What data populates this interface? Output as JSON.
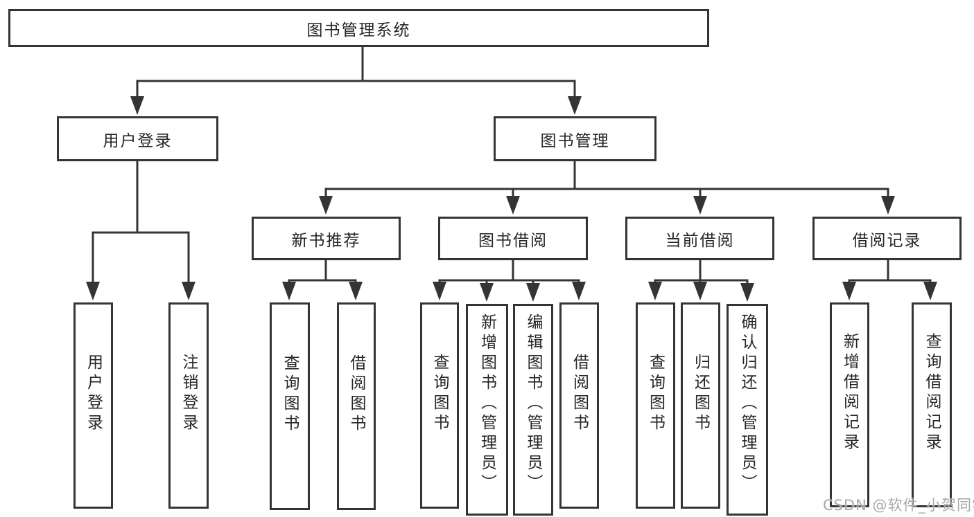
{
  "diagram": {
    "root": "图书管理系统",
    "level2": {
      "user_login": "用户登录",
      "book_management": "图书管理"
    },
    "level3": {
      "new_books": "新书推荐",
      "book_borrowing": "图书借阅",
      "current_borrowing": "当前借阅",
      "borrowing_records": "借阅记录"
    },
    "leaves": {
      "user_login": "用户登录",
      "logout": "注销登录",
      "nb_query_books": "查询图书",
      "nb_borrow_books": "借阅图书",
      "bb_query_books": "查询图书",
      "bb_add_books_admin": "新增图书（管理员）",
      "bb_edit_books_admin": "编辑图书（管理员）",
      "bb_borrow_books": "借阅图书",
      "cb_query_books": "查询图书",
      "cb_return_books": "归还图书",
      "cb_confirm_return_admin": "确认归还（管理员）",
      "br_add_record": "新增借阅记录",
      "br_query_record": "查询借阅记录"
    }
  },
  "watermark": "CSDN @软件_小贺同学",
  "colors": {
    "line": "#343434",
    "text": "#262626",
    "watermark": "#a8a8a8",
    "background": "#ffffff"
  }
}
